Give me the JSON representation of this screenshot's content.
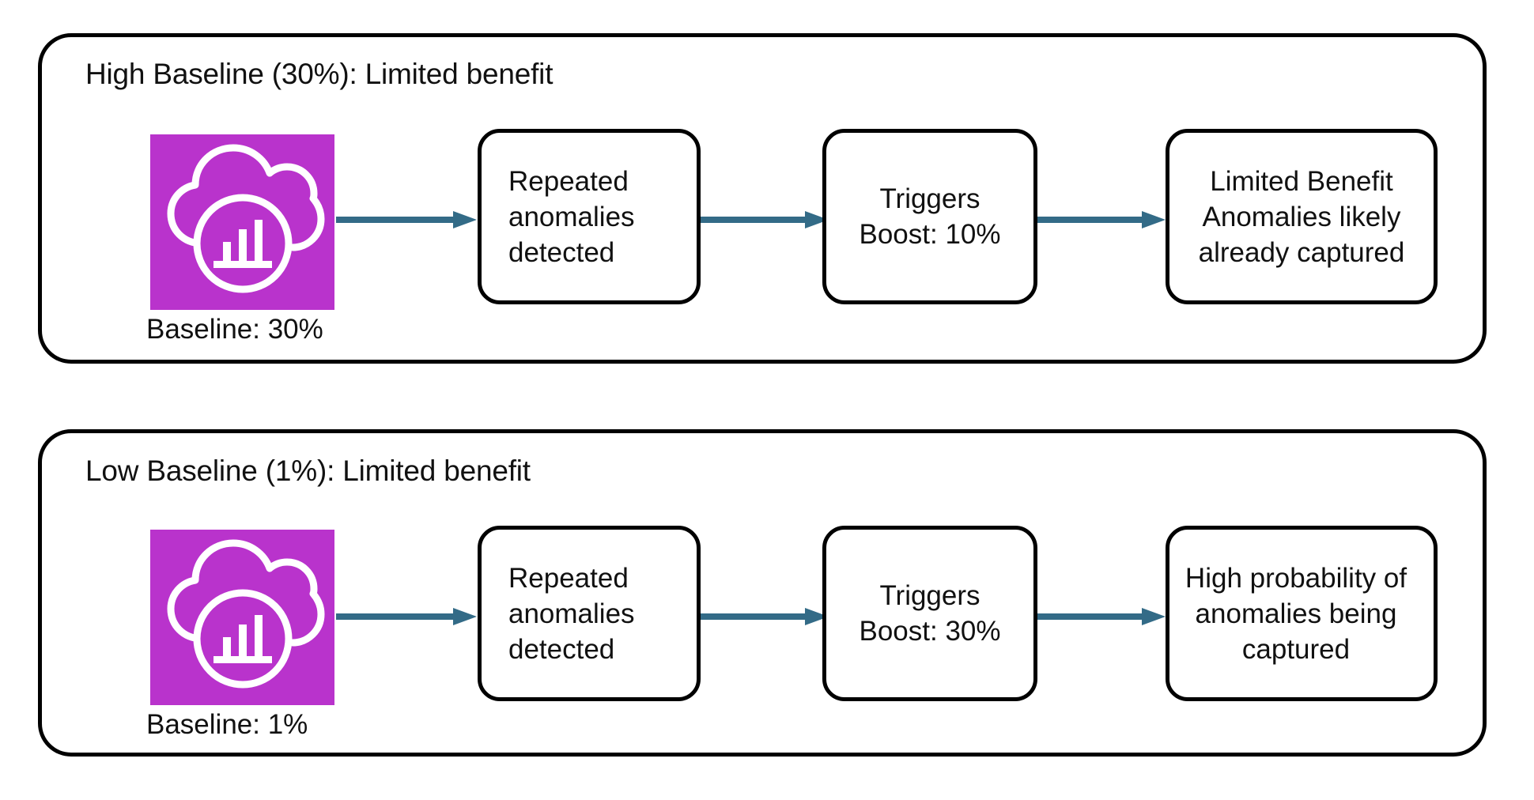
{
  "diagram": {
    "title": "Anomaly detection baseline comparison flow",
    "accent_color": "#b933cc",
    "arrow_color": "#336b87",
    "border_color": "#000000"
  },
  "groups": [
    {
      "id": "high-baseline",
      "title": "High Baseline (30%): Limited benefit",
      "source": {
        "icon": "cloud-metrics-icon",
        "caption": "Baseline: 30%"
      },
      "nodes": [
        {
          "id": "node-anomalies",
          "text": "Repeated\nanomalies\ndetected",
          "align": "left"
        },
        {
          "id": "node-boost",
          "text": "Triggers\nBoost: 10%",
          "align": "center"
        },
        {
          "id": "node-outcome",
          "text": "Limited Benefit\nAnomalies likely\nalready captured",
          "align": "center"
        }
      ],
      "arrows": [
        {
          "id": "arrow-source-to-anomalies"
        },
        {
          "id": "arrow-anomalies-to-boost"
        },
        {
          "id": "arrow-boost-to-outcome"
        }
      ]
    },
    {
      "id": "low-baseline",
      "title": "Low Baseline (1%): Limited benefit",
      "source": {
        "icon": "cloud-metrics-icon",
        "caption": "Baseline: 1%"
      },
      "nodes": [
        {
          "id": "node-anomalies",
          "text": "Repeated\nanomalies\ndetected",
          "align": "left"
        },
        {
          "id": "node-boost",
          "text": "Triggers\nBoost: 30%",
          "align": "center"
        },
        {
          "id": "node-outcome",
          "text": "High probability of\nanomalies being\ncaptured",
          "align": "center"
        }
      ],
      "arrows": [
        {
          "id": "arrow-source-to-anomalies"
        },
        {
          "id": "arrow-anomalies-to-boost"
        },
        {
          "id": "arrow-boost-to-outcome"
        }
      ]
    }
  ]
}
